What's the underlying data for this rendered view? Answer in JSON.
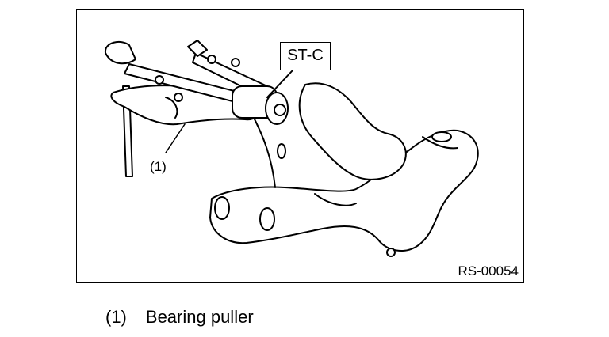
{
  "callout": "ST-C",
  "part_label": "(1)",
  "figure_code": "RS-00054",
  "legend": {
    "number": "(1)",
    "text": "Bearing puller"
  }
}
